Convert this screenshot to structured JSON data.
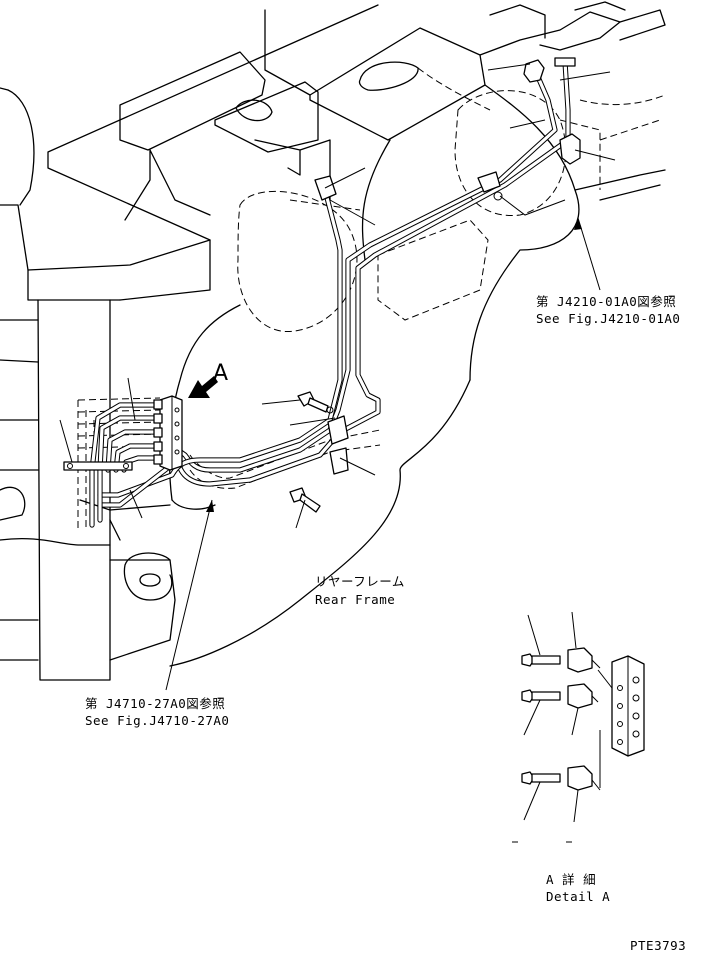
{
  "labels": {
    "view_marker": "A",
    "ref_top_jp": "第 J4210-01A0図参照",
    "ref_top_en": "See Fig.J4210-01A0",
    "frame_jp": "リヤーフレーム",
    "frame_en": "Rear Frame",
    "ref_bottom_jp": "第 J4710-27A0図参照",
    "ref_bottom_en": "See Fig.J4710-27A0",
    "detail_jp": "A 詳 細",
    "detail_en": "Detail A",
    "drawing_code": "PTE3793"
  },
  "icons": {
    "view_arrow": "arrow-down-left-icon"
  }
}
